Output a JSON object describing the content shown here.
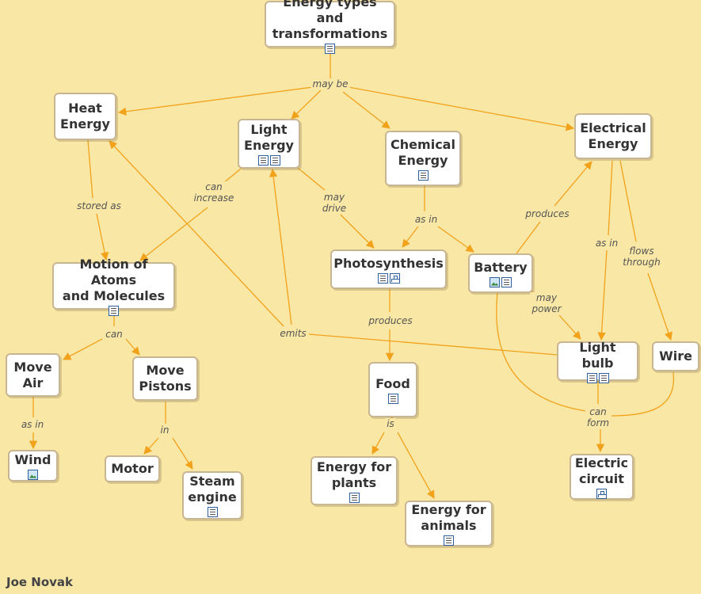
{
  "author": "Joe Novak",
  "colors": {
    "background": "#f9e7a6",
    "link": "#f2a21a",
    "node_border": "#c8b591"
  },
  "nodes": {
    "energy_types": {
      "text": "Energy types and\ntransformations",
      "icons": [
        "doc-icon"
      ]
    },
    "heat_energy": {
      "text": "Heat\nEnergy",
      "icons": []
    },
    "light_energy": {
      "text": "Light\nEnergy",
      "icons": [
        "doc-icon",
        "doc-icon"
      ]
    },
    "chemical_energy": {
      "text": "Chemical\nEnergy",
      "icons": [
        "doc-icon"
      ]
    },
    "electrical_energy": {
      "text": "Electrical\nEnergy",
      "icons": []
    },
    "motion_atoms": {
      "text": "Motion of Atoms\nand  Molecules",
      "icons": [
        "doc-icon"
      ]
    },
    "photosynthesis": {
      "text": "Photosynthesis",
      "icons": [
        "doc-icon",
        "concept-map-icon"
      ]
    },
    "battery": {
      "text": "Battery",
      "icons": [
        "image-icon",
        "doc-icon"
      ]
    },
    "move_air": {
      "text": "Move\nAir",
      "icons": []
    },
    "move_pistons": {
      "text": "Move\nPistons",
      "icons": []
    },
    "light_bulb": {
      "text": "Light bulb",
      "icons": [
        "doc-icon",
        "doc-icon"
      ]
    },
    "wire": {
      "text": "Wire",
      "icons": []
    },
    "food": {
      "text": "Food",
      "icons": [
        "doc-icon"
      ]
    },
    "wind": {
      "text": "Wind",
      "icons": [
        "image-icon"
      ]
    },
    "motor": {
      "text": "Motor",
      "icons": []
    },
    "steam_engine": {
      "text": "Steam\nengine",
      "icons": [
        "doc-icon"
      ]
    },
    "energy_plants": {
      "text": "Energy for\nplants",
      "icons": [
        "doc-icon"
      ]
    },
    "energy_animals": {
      "text": "Energy for\nanimals",
      "icons": [
        "doc-icon"
      ]
    },
    "electric_circuit": {
      "text": "Electric\ncircuit",
      "icons": [
        "concept-map-icon"
      ]
    }
  },
  "links": {
    "may_be": "may be",
    "stored_as": "stored as",
    "can_increase": "can\nincrease",
    "may_drive": "may\ndrive",
    "as_in_chem": "as in",
    "produces_batt": "produces",
    "as_in_elec": "as in",
    "flows_through": "flows\nthrough",
    "can_motion": "can",
    "emits": "emits",
    "produces_photo": "produces",
    "may_power": "may\npower",
    "as_in_air": "as in",
    "in_pistons": "in",
    "is_food": "is",
    "can_form": "can\nform"
  }
}
